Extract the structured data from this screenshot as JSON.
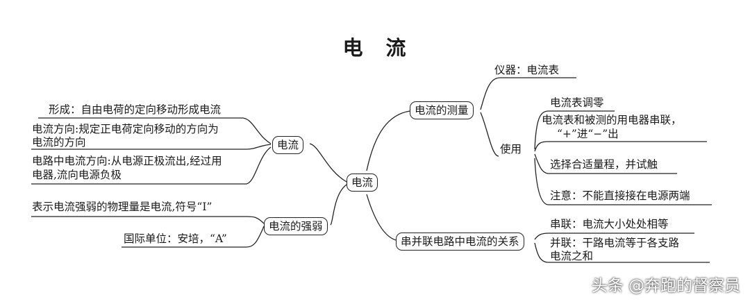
{
  "title": "电　流",
  "center": "电流",
  "branches": {
    "measure": {
      "label": "电流的测量",
      "instrument": "仪器：电流表",
      "use_label": "使用",
      "use_items": [
        "电流表调零",
        "电流表和被测的用电器串联，",
        "“+”进“−”出",
        "选择合适量程，并试触",
        "注意：不能直接接在电源两端"
      ]
    },
    "current": {
      "label": "电流",
      "items": [
        "形成：自由电荷的定向移动形成电流",
        "电流方向:规定正电荷定向移动的方向为",
        "电流的方向",
        "电路中电流方向:从电源正极流出,经过用",
        "电器,流向电源负极"
      ]
    },
    "strength": {
      "label": "电流的强弱",
      "items": [
        "表示电流强弱的物理量是电流,符号“I”",
        "国际单位：安培，“A”"
      ]
    },
    "relation": {
      "label": "串并联电路中电流的关系",
      "items": [
        "串联：电流大小处处相等",
        "并联：干路电流等于各支路",
        "电流之和"
      ]
    }
  },
  "watermark": "头条 @奔跑的督察员"
}
